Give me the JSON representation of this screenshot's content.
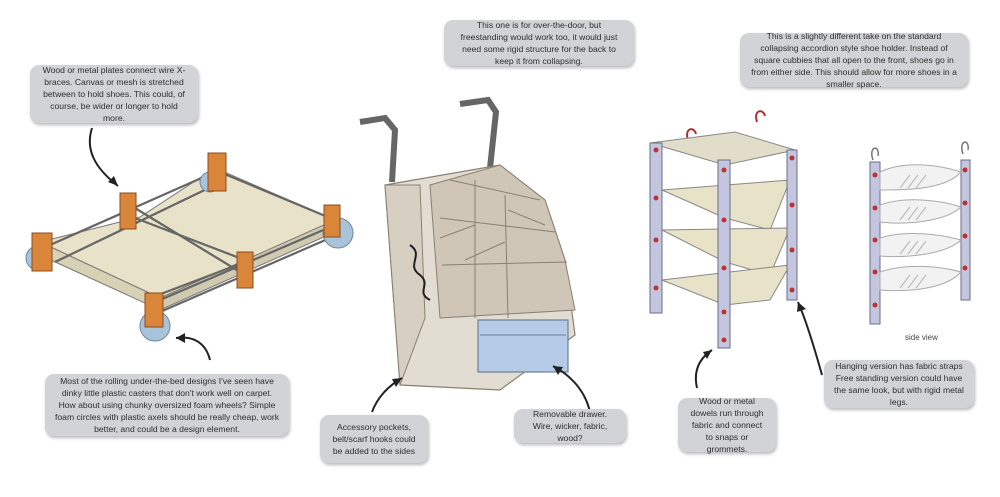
{
  "notes": {
    "wood_plates": "Wood or metal plates connect wire X-braces. Canvas or mesh is stretched between to hold shoes. This could, of course, be wider or longer to hold more.",
    "over_door": "This one is for over-the-door, but freestanding would work too, it would just need some rigid structure for the back to keep it from collapsing.",
    "accordion": "This is a slightly different take on the standard collapsing accordion style shoe holder. Instead of square cubbies that all open to the front, shoes go in from either side. This should allow for more shoes in a smaller space.",
    "casters": "Most of the rolling under-the-bed designs I've seen have dinky little plastic casters that don't work well on carpet. How about using chunky oversized foam wheels? Simple foam circles with plastic axels should be really cheap, work better, and could be a design element.",
    "accessory": "Accessory pockets, belt/scarf hooks could be added to the sides",
    "drawer": "Removable drawer. Wire, wicker, fabric, wood?",
    "dowels": "Wood or metal dowels run through fabric and connect to snaps or grommets.",
    "hanging": "Hanging version has fabric straps Free standing version could have the same look, but with rigid metal legs."
  },
  "side_view_label": "side view",
  "colors": {
    "bubble": "#d2d3d6",
    "canvas": "#e8e3c8",
    "wood": "#d9853a",
    "wheel": "#a9c4da",
    "frame": "#c3c6de",
    "drawer": "#b5cbe8"
  }
}
